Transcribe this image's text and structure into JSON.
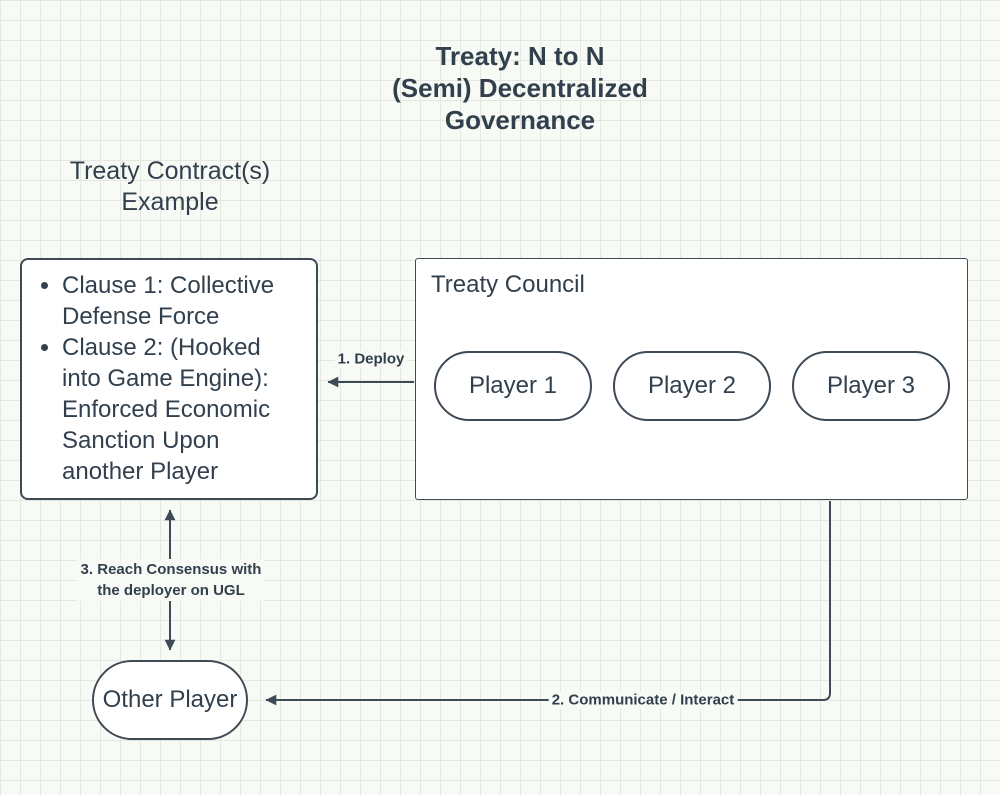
{
  "title": {
    "lines": [
      "Treaty: N to N",
      "(Semi) Decentralized",
      "Governance"
    ]
  },
  "contract_label": {
    "lines": [
      "Treaty Contract(s)",
      "Example"
    ]
  },
  "clause_box": {
    "items": [
      "Clause 1: Collective Defense Force",
      "Clause 2: (Hooked into Game Engine): Enforced Economic Sanction Upon another Player"
    ]
  },
  "treaty_council": {
    "label": "Treaty Council",
    "players": [
      "Player 1",
      "Player 2",
      "Player 3"
    ]
  },
  "other_player": "Other Player",
  "arrows": {
    "deploy_label": "1. Deploy",
    "communicate_label": "2. Communicate / Interact",
    "consensus_label_line1": "3. Reach Consensus with",
    "consensus_label_line2": "the deployer on UGL"
  },
  "colors": {
    "stroke": "#3e4a56",
    "text": "#32404e",
    "background": "#f8faf6",
    "grid_line": "#e3e8e0"
  }
}
